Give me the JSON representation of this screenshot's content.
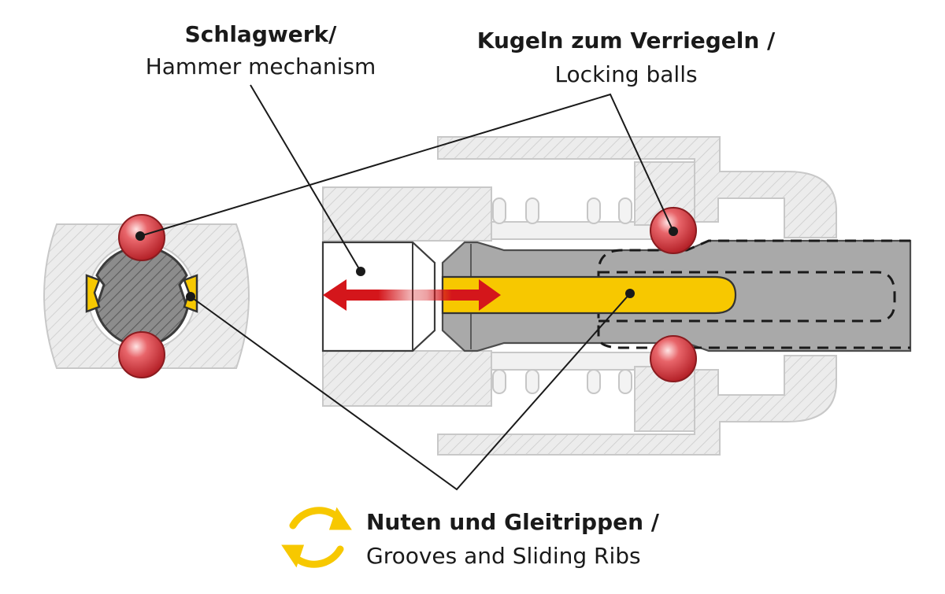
{
  "labels": {
    "hammer": {
      "de": "Schlagwerk/",
      "en": "Hammer mechanism"
    },
    "balls": {
      "de": "Kugeln zum Verriegeln /",
      "en": "Locking balls"
    },
    "grooves": {
      "de": "Nuten und Gleitrippen /",
      "en": "Grooves and Sliding Ribs"
    }
  },
  "icons": {
    "cycle": "rotation-cycle-icon",
    "arrow": "double-arrow-icon"
  },
  "colors": {
    "hatch_part": "#e6e6e6",
    "part_stroke": "#c8c8c8",
    "shaft": "#a9a9a9",
    "shaft_stroke": "#4d4d4d",
    "yellow": "#f7c800",
    "ball": "#d8343a",
    "arrow": "#d4161b",
    "leader": "#1a1a1a"
  }
}
